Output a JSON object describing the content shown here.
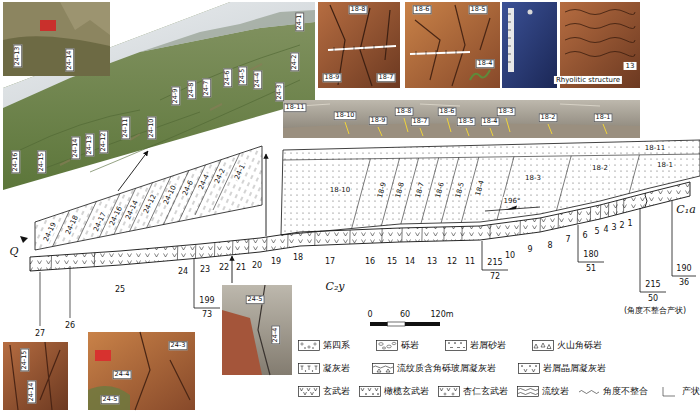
{
  "diagram": {
    "labels": [
      "24-13",
      "24-14",
      "24-1",
      "24-2",
      "24-3",
      "24-4",
      "24-5",
      "24-6",
      "24-7",
      "24-8",
      "24-9",
      "24-10",
      "24-11",
      "24-12",
      "24-13",
      "24-14",
      "24-15",
      "24-16",
      "18-8",
      "18-9",
      "18-7",
      "18-6",
      "18-5",
      "18-4",
      "Rhyolitic structure",
      "13",
      "18-11",
      "18-10",
      "18-9",
      "18-8",
      "18-7",
      "18-6",
      "18-5",
      "18-4",
      "18-3",
      "18-2",
      "18-1",
      "18-11",
      "18-10",
      "18-9",
      "18-8",
      "18-7",
      "18-6",
      "18-5",
      "18-4",
      "18-3",
      "18-2",
      "18-1",
      "24-19",
      "24-18",
      "24-17",
      "24-16",
      "24-14",
      "24-12",
      "24-10",
      "24-6",
      "24-4",
      "24-2",
      "24-1",
      "27",
      "26",
      "25",
      "24",
      "23",
      "22",
      "21",
      "20",
      "19",
      "18",
      "17",
      "16",
      "15",
      "14",
      "13",
      "12",
      "11",
      "10",
      "9",
      "8",
      "7",
      "6",
      "5",
      "4",
      "3",
      "2",
      "1",
      "Q",
      "C₂y",
      "C₁a",
      "196°",
      "190",
      "36",
      "215",
      "50",
      "(角度不整合产状)",
      "180",
      "51",
      "215",
      "72",
      "199",
      "73",
      "24-15",
      "24-14",
      "24-3",
      "24-4",
      "24-5",
      "24-5",
      "24-4",
      "0",
      "60",
      "120m"
    ],
    "legend": [
      {
        "text": "第四系"
      },
      {
        "text": "砾岩"
      },
      {
        "text": "岩屑砂岩"
      },
      {
        "text": "火山角砾岩"
      },
      {
        "text": "凝灰岩"
      },
      {
        "text": "流纹质含角砾玻屑凝灰岩"
      },
      {
        "text": "岩屑晶屑凝灰岩"
      },
      {
        "text": "玄武岩"
      },
      {
        "text": "橄榄玄武岩"
      },
      {
        "text": "杏仁玄武岩"
      },
      {
        "text": "流纹岩"
      },
      {
        "text": "角度不整合"
      },
      {
        "text": "产状"
      }
    ]
  }
}
